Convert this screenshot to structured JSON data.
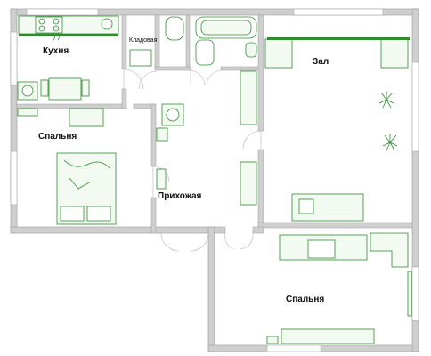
{
  "rooms": {
    "kitchen": "Кухня",
    "pantry": "Кладовая",
    "living_room": "Зал",
    "bedroom_left": "Спальня",
    "hallway": "Прихожая",
    "bedroom_bottom": "Спальня"
  },
  "colors": {
    "wall": "#c9c9c9",
    "wall_edge": "#9a9a9a",
    "furniture": "#2e8b2e",
    "furniture_fill": "#f2faf2",
    "door": "#b5b5b5"
  }
}
